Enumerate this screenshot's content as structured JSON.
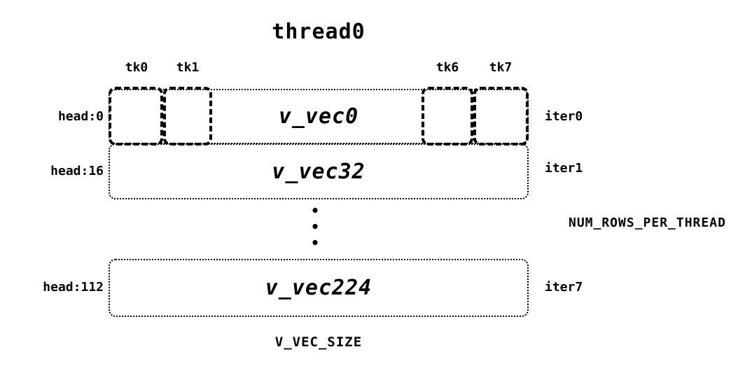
{
  "diagram": {
    "title": "thread0",
    "tk_labels": [
      "tk0",
      "tk1",
      "tk6",
      "tk7"
    ],
    "rows": [
      {
        "head": "head:0",
        "vec": "v_vec0",
        "iter": "iter0"
      },
      {
        "head": "head:16",
        "vec": "v_vec32",
        "iter": "iter1"
      },
      {
        "head": "head:112",
        "vec": "v_vec224",
        "iter": "iter7"
      }
    ],
    "ellipsis": [
      "•",
      "•",
      "•"
    ],
    "side_label": "NUM_ROWS_PER_THREAD",
    "bottom_label": "V_VEC_SIZE",
    "colors": {
      "ink": "#000000",
      "background": "#ffffff"
    }
  }
}
